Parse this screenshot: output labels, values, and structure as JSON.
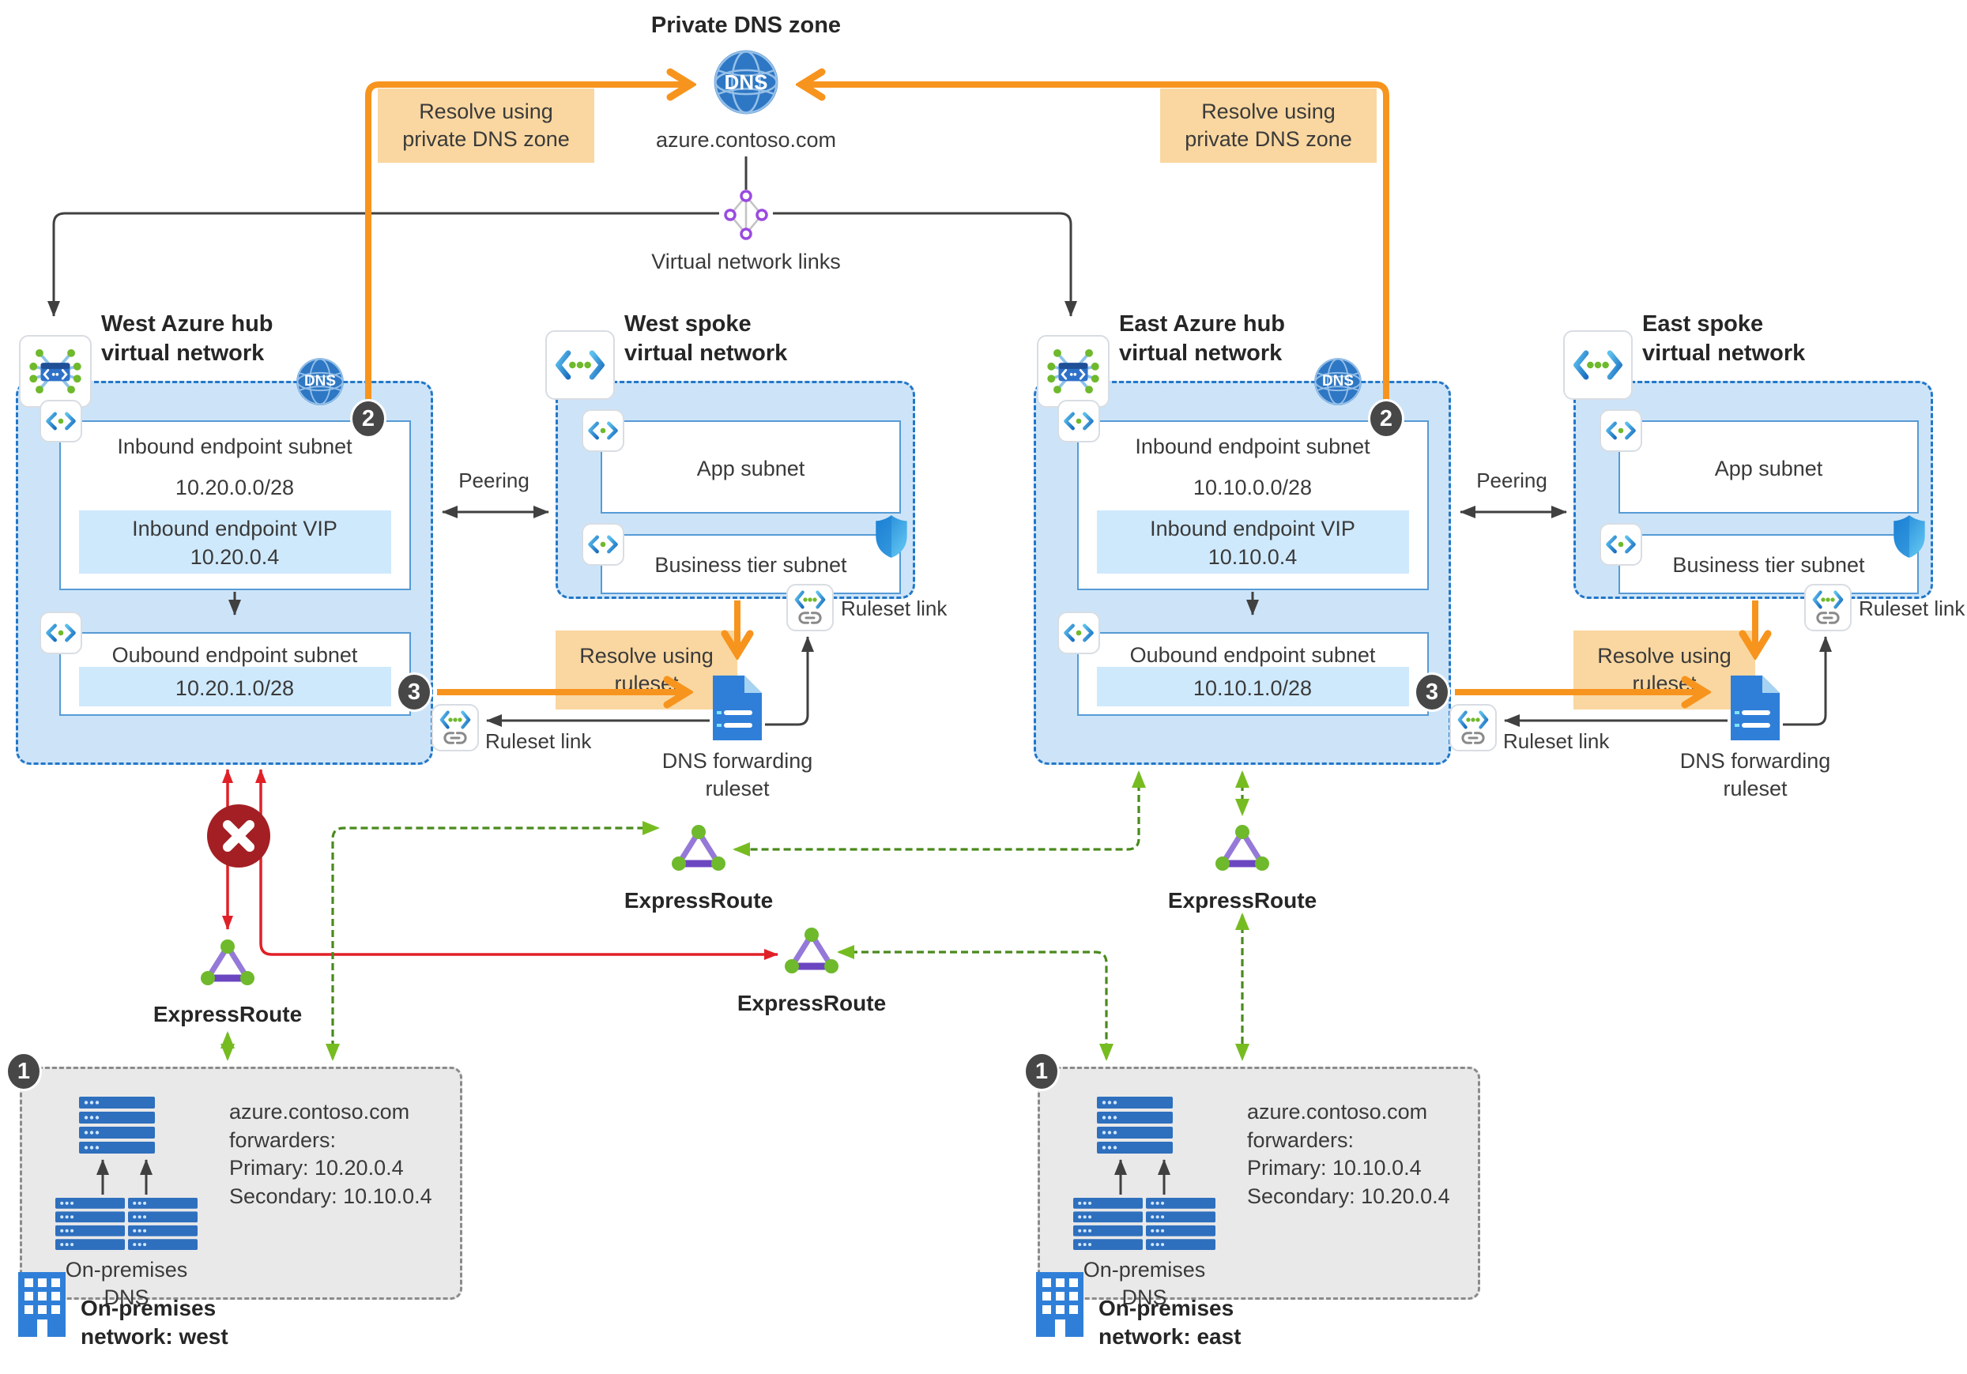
{
  "top": {
    "private_dns_zone": "Private DNS zone",
    "domain": "azure.contoso.com",
    "virtual_network_links": "Virtual network links"
  },
  "labels": {
    "dns": "DNS",
    "peering": "Peering",
    "expressroute": "ExpressRoute",
    "ruleset_link": "Ruleset link",
    "resolve_private": "Resolve using\nprivate DNS zone",
    "resolve_ruleset": "Resolve using\nruleset",
    "dns_forwarding_ruleset": "DNS forwarding\nruleset",
    "app_subnet": "App subnet",
    "business_tier_subnet": "Business tier subnet",
    "on_premises_dns": "On-premises\nDNS"
  },
  "steps": {
    "one": "1",
    "two": "2",
    "three": "3"
  },
  "west_hub": {
    "title": "West Azure hub\nvirtual network",
    "inbound_title": "Inbound endpoint subnet",
    "inbound_cidr": "10.20.0.0/28",
    "vip_label": "Inbound endpoint VIP",
    "vip_ip": "10.20.0.4",
    "outbound_title": "Oubound endpoint subnet",
    "outbound_cidr": "10.20.1.0/28"
  },
  "east_hub": {
    "title": "East Azure hub\nvirtual network",
    "inbound_title": "Inbound endpoint subnet",
    "inbound_cidr": "10.10.0.0/28",
    "vip_label": "Inbound endpoint VIP",
    "vip_ip": "10.10.0.4",
    "outbound_title": "Oubound endpoint subnet",
    "outbound_cidr": "10.10.1.0/28"
  },
  "west_spoke": {
    "title": "West spoke\nvirtual network"
  },
  "east_spoke": {
    "title": "East spoke\nvirtual network"
  },
  "west_onprem": {
    "forwarders": "azure.contoso.com\nforwarders:\nPrimary: 10.20.0.4\nSecondary: 10.10.0.4",
    "network": "On-premises\nnetwork: west"
  },
  "east_onprem": {
    "forwarders": "azure.contoso.com\nforwarders:\nPrimary: 10.10.0.4\nSecondary: 10.20.0.4",
    "network": "On-premises\nnetwork: east"
  },
  "colors": {
    "orange": "#F7941E",
    "hub_fill": "#CDE4F8",
    "hub_border": "#2377C8",
    "green": "#76BC21",
    "red": "#E02027",
    "gray_arrow": "#404040"
  }
}
